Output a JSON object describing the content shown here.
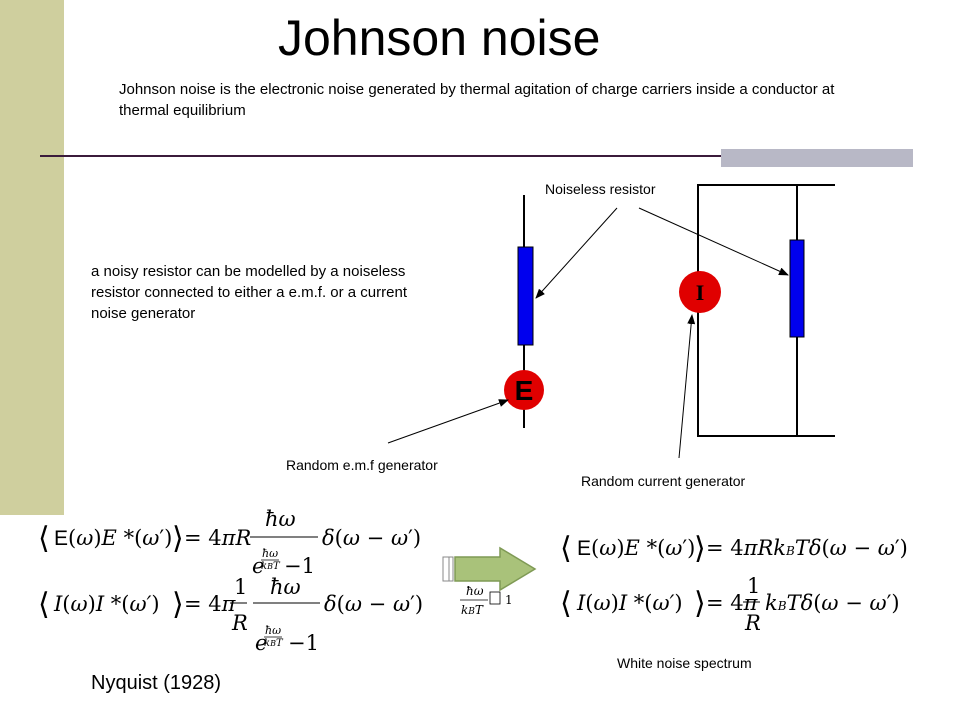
{
  "slide": {
    "title": "Johnson noise",
    "intro": "Johnson noise is the electronic noise generated by thermal agitation of charge carriers inside a conductor at thermal equilibrium",
    "model_text": "a noisy resistor can be  modelled by a noiseless resistor connected to either a e.m.f. or a current noise generator",
    "labels": {
      "noiseless_resistor": "Noiseless resistor",
      "emf_generator": "Random e.m.f generator",
      "current_generator": "Random current generator",
      "white_noise": "White noise spectrum",
      "nyquist": "Nyquist (1928)"
    },
    "symbols": {
      "emf": "E",
      "current": "I"
    },
    "condition": "ħω / k_BT ≪ 1"
  },
  "colors": {
    "sidebar": "#cfcf9e",
    "resistor": "#0000ee",
    "generator": "#e00000",
    "divider": "#3b1b3b",
    "arrow": "#a9c27a"
  }
}
